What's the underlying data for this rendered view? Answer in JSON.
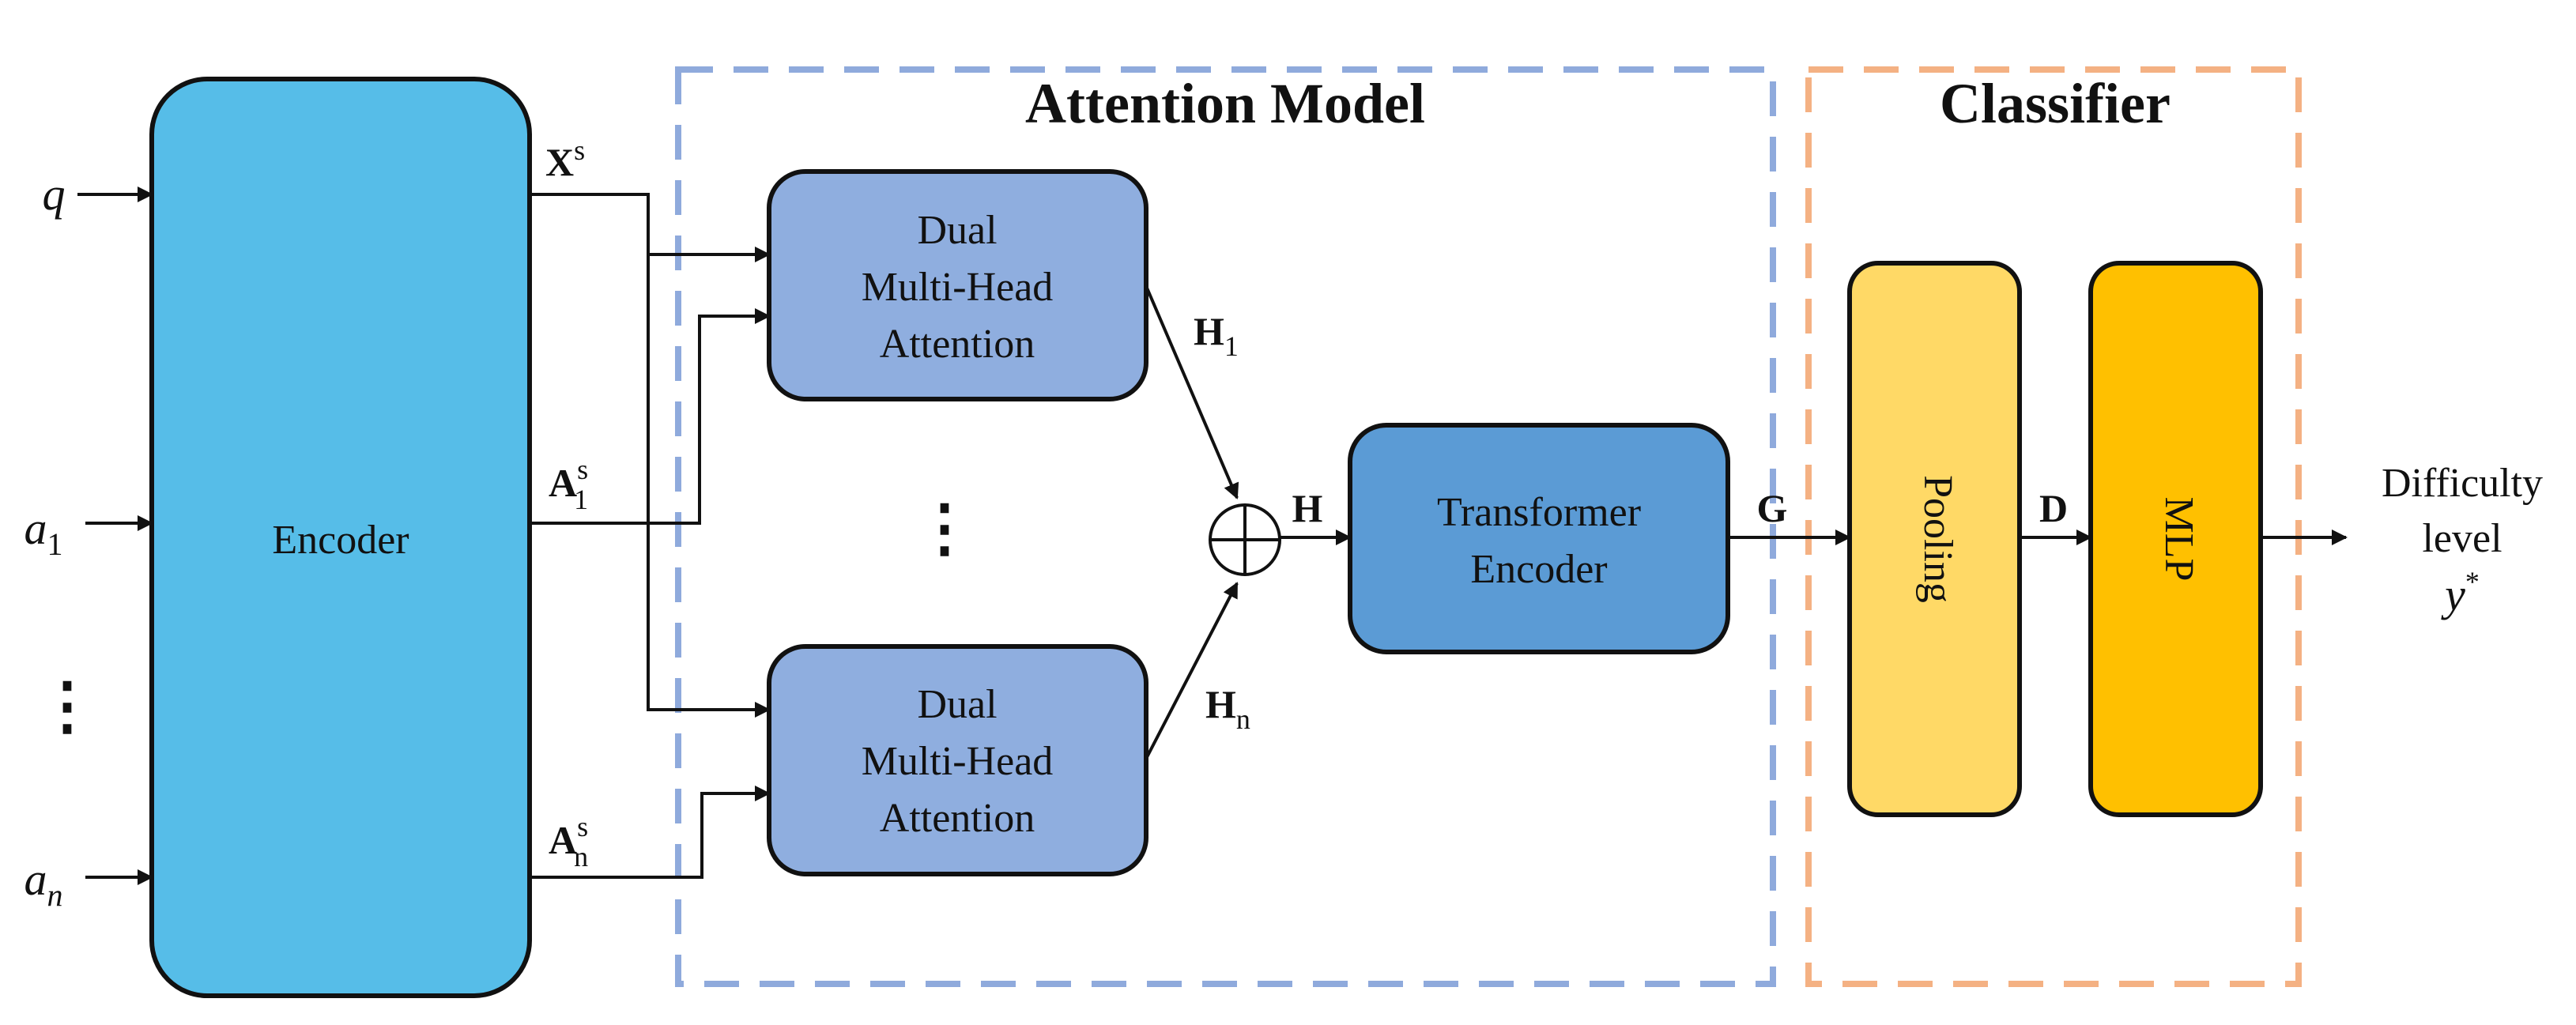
{
  "titles": {
    "attention_model": "Attention Model",
    "classifier": "Classifier"
  },
  "inputs": {
    "q": "q",
    "a1_base": "a",
    "a1_sub": "1",
    "an_base": "a",
    "an_sub": "n",
    "dots": "⋮"
  },
  "encoder": {
    "label": "Encoder"
  },
  "encoder_outputs": {
    "xs_base": "X",
    "xs_sup": "s",
    "a1s_base": "A",
    "a1s_sup": "s",
    "a1s_sub": "1",
    "ans_base": "A",
    "ans_sup": "s",
    "ans_sub": "n"
  },
  "attention_blocks": {
    "top": [
      "Dual",
      "Multi-Head",
      "Attention"
    ],
    "bottom": [
      "Dual",
      "Multi-Head",
      "Attention"
    ],
    "dots": "⋮"
  },
  "hidden": {
    "h1_base": "H",
    "h1_sub": "1",
    "hn_base": "H",
    "hn_sub": "n",
    "h": "H"
  },
  "transformer": {
    "line1": "Transformer",
    "line2": "Encoder"
  },
  "signals": {
    "g": "G",
    "d": "D"
  },
  "pooling": {
    "label": "Pooling"
  },
  "mlp": {
    "label": "MLP"
  },
  "output": {
    "line1": "Difficulty",
    "line2": "level",
    "y_base": "y",
    "y_sup": "*"
  },
  "colors": {
    "encoder": "#56BDE8",
    "attention": "#8FAEDF",
    "transformer": "#5B9BD5",
    "pooling": "#FFD966",
    "mlp": "#FFC000",
    "attention_frame": "#8FAADC",
    "classifier_frame": "#F4B183"
  }
}
